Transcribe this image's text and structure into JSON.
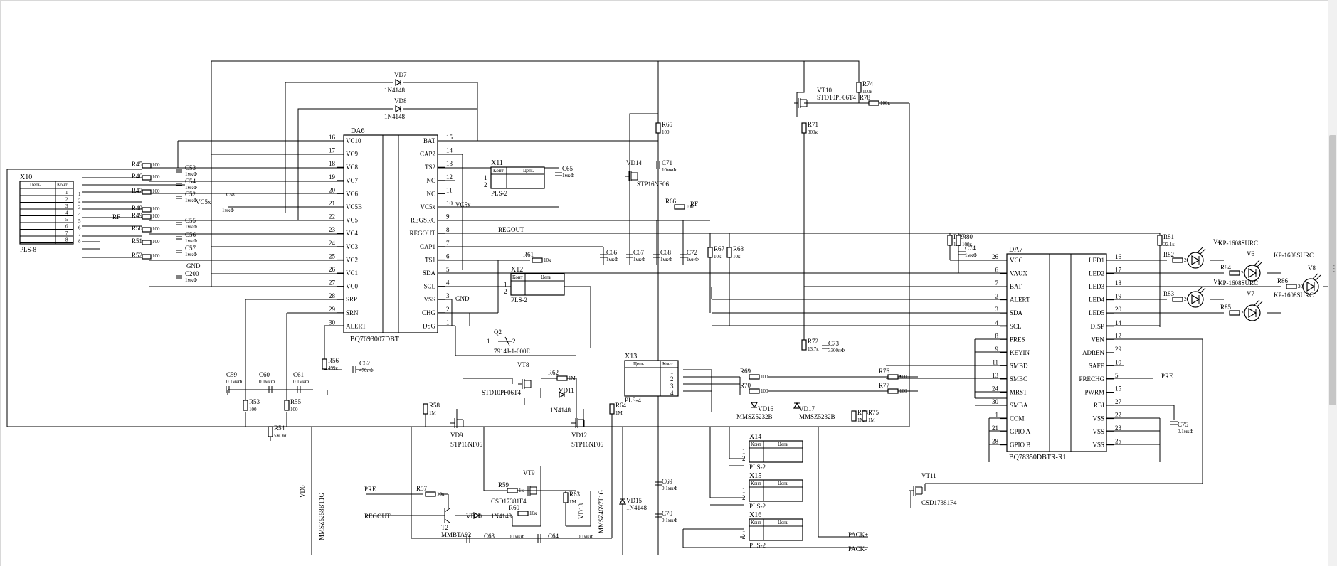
{
  "chips": {
    "da6": {
      "ref": "DA6",
      "part": "BQ7693007DBT",
      "left_pins": [
        {
          "n": "16",
          "name": "VC10"
        },
        {
          "n": "17",
          "name": "VC9"
        },
        {
          "n": "18",
          "name": "VC8"
        },
        {
          "n": "19",
          "name": "VC7"
        },
        {
          "n": "20",
          "name": "VC6"
        },
        {
          "n": "21",
          "name": "VC5B"
        },
        {
          "n": "22",
          "name": "VC5"
        },
        {
          "n": "23",
          "name": "VC4"
        },
        {
          "n": "24",
          "name": "VC3"
        },
        {
          "n": "25",
          "name": "VC2"
        },
        {
          "n": "26",
          "name": "VC1"
        },
        {
          "n": "27",
          "name": "VC0"
        },
        {
          "n": "28",
          "name": "SRP"
        },
        {
          "n": "29",
          "name": "SRN"
        },
        {
          "n": "30",
          "name": "ALERT"
        }
      ],
      "right_pins": [
        {
          "n": "15",
          "name": "BAT"
        },
        {
          "n": "14",
          "name": "CAP2"
        },
        {
          "n": "13",
          "name": "TS2"
        },
        {
          "n": "12",
          "name": "NC"
        },
        {
          "n": "11",
          "name": "NC"
        },
        {
          "n": "10",
          "name": "VC5x"
        },
        {
          "n": "9",
          "name": "REGSRC"
        },
        {
          "n": "8",
          "name": "REGOUT"
        },
        {
          "n": "7",
          "name": "CAP1"
        },
        {
          "n": "6",
          "name": "TS1"
        },
        {
          "n": "5",
          "name": "SDA"
        },
        {
          "n": "4",
          "name": "SCL"
        },
        {
          "n": "3",
          "name": "VSS"
        },
        {
          "n": "2",
          "name": "CHG"
        },
        {
          "n": "1",
          "name": "DSG"
        }
      ]
    },
    "da7": {
      "ref": "DA7",
      "part": "BQ78350DBTR-R1",
      "left_pins": [
        {
          "n": "26",
          "name": "VCC"
        },
        {
          "n": "6",
          "name": "VAUX"
        },
        {
          "n": "7",
          "name": "BAT"
        },
        {
          "n": "2",
          "name": "ALERT"
        },
        {
          "n": "3",
          "name": "SDA"
        },
        {
          "n": "4",
          "name": "SCL"
        },
        {
          "n": "8",
          "name": "PRES"
        },
        {
          "n": "9",
          "name": "KEYIN"
        },
        {
          "n": "11",
          "name": "SMBD"
        },
        {
          "n": "13",
          "name": "SMBC"
        },
        {
          "n": "24",
          "name": "MRST"
        },
        {
          "n": "30",
          "name": "SMBA"
        },
        {
          "n": "1",
          "name": "COM"
        },
        {
          "n": "21",
          "name": "GPIO A"
        },
        {
          "n": "28",
          "name": "GPIO B"
        }
      ],
      "right_pins": [
        {
          "n": "16",
          "name": "LED1"
        },
        {
          "n": "17",
          "name": "LED2"
        },
        {
          "n": "18",
          "name": "LED3"
        },
        {
          "n": "19",
          "name": "LED4"
        },
        {
          "n": "20",
          "name": "LED5"
        },
        {
          "n": "14",
          "name": "DISP"
        },
        {
          "n": "12",
          "name": "VEN"
        },
        {
          "n": "29",
          "name": "ADREN"
        },
        {
          "n": "10",
          "name": "SAFE"
        },
        {
          "n": "5",
          "name": "PRECHG"
        },
        {
          "n": "15",
          "name": "PWRM"
        },
        {
          "n": "27",
          "name": "RBI"
        },
        {
          "n": "22",
          "name": "VSS"
        },
        {
          "n": "23",
          "name": "VSS"
        },
        {
          "n": "25",
          "name": "VSS"
        }
      ]
    }
  },
  "connectors": {
    "x10": {
      "ref": "X10",
      "type": "PLS-8",
      "h1": "Цепь",
      "h2": "Конт",
      "pins": [
        "1",
        "2",
        "3",
        "4",
        "5",
        "6",
        "7",
        "8"
      ]
    },
    "x11": {
      "ref": "X11",
      "type": "PLS-2",
      "h1": "Конт",
      "h2": "Цепь",
      "pins": [
        "1",
        "2"
      ]
    },
    "x12": {
      "ref": "X12",
      "type": "PLS-2",
      "h1": "Конт",
      "h2": "Цепь",
      "pins": [
        "1",
        "2"
      ]
    },
    "x13": {
      "ref": "X13",
      "type": "PLS-4",
      "h1": "Цепь",
      "h2": "Конт",
      "pins": [
        "1",
        "2",
        "3",
        "4"
      ]
    },
    "x14": {
      "ref": "X14",
      "type": "PLS-2",
      "h1": "Конт",
      "h2": "Цепь",
      "pins": [
        "1",
        "2"
      ]
    },
    "x15": {
      "ref": "X15",
      "type": "PLS-2",
      "h1": "Конт",
      "h2": "Цепь",
      "pins": [
        "1",
        "2"
      ]
    },
    "x16": {
      "ref": "X16",
      "type": "PLS-2",
      "h1": "Конт",
      "h2": "Цепь",
      "pins": [
        "1",
        "2"
      ]
    }
  },
  "resistors_left": [
    {
      "ref": "R45",
      "val": "100"
    },
    {
      "ref": "R46",
      "val": "100"
    },
    {
      "ref": "R47",
      "val": "100"
    },
    {
      "ref": "R48",
      "val": "100"
    },
    {
      "ref": "R49",
      "val": "100"
    },
    {
      "ref": "R50",
      "val": "100"
    },
    {
      "ref": "R51",
      "val": "100"
    },
    {
      "ref": "R52",
      "val": "100"
    }
  ],
  "caps_left": [
    {
      "ref": "C53",
      "val": "1мкФ"
    },
    {
      "ref": "C54",
      "val": "1мкФ"
    },
    {
      "ref": "C52",
      "val": "1мкФ"
    },
    {
      "ref": "C55",
      "val": "1мкФ"
    },
    {
      "ref": "C56",
      "val": "1мкФ"
    },
    {
      "ref": "C57",
      "val": "1мкФ"
    },
    {
      "ref": "C200",
      "val": "1мкФ"
    }
  ],
  "misc_labels": {
    "c58": "C58",
    "c58v": "1мкФ",
    "vc5x_left": "VC5x",
    "vc5x_right": "VC5x",
    "rf_left": "RF",
    "rf_right": "RF",
    "gnd": "GND",
    "regout_net": "REGOUT",
    "pre": "PRE",
    "regout_in": "REGOUT",
    "pack_plus": "PACK+",
    "pack_minus": "PACK-",
    "pre_out": "PRE"
  },
  "parts": [
    {
      "id": "vd7",
      "ref": "VD7",
      "val": "1N4148"
    },
    {
      "id": "vd8",
      "ref": "VD8",
      "val": "1N4148"
    },
    {
      "id": "c65",
      "ref": "C65",
      "val": "1мкФ"
    },
    {
      "id": "r65",
      "ref": "R65",
      "val": "100"
    },
    {
      "id": "vd14",
      "ref": "VD14",
      "val": "STP16NF06"
    },
    {
      "id": "c71",
      "ref": "C71",
      "val": "10мкФ"
    },
    {
      "id": "r66",
      "ref": "R66",
      "val": "100"
    },
    {
      "id": "c66",
      "ref": "C66",
      "val": "1мкФ"
    },
    {
      "id": "c67",
      "ref": "C67",
      "val": "1мкФ"
    },
    {
      "id": "c68",
      "ref": "C68",
      "val": "1мкФ"
    },
    {
      "id": "c72",
      "ref": "C72",
      "val": "1мкФ"
    },
    {
      "id": "r67",
      "ref": "R67",
      "val": "10к"
    },
    {
      "id": "r68",
      "ref": "R68",
      "val": "10к"
    },
    {
      "id": "r61",
      "ref": "R61",
      "val": "10к"
    },
    {
      "id": "q2",
      "ref": "Q2",
      "val": "7914J-1-000E"
    },
    {
      "id": "vt10",
      "ref": "VT10",
      "val": "STD10PF06T4"
    },
    {
      "id": "r74",
      "ref": "R74",
      "val": "100к"
    },
    {
      "id": "r78",
      "ref": "R78",
      "val": "100к"
    },
    {
      "id": "r71",
      "ref": "R71",
      "val": "300к"
    },
    {
      "id": "r72",
      "ref": "R72",
      "val": "13.7к"
    },
    {
      "id": "c73",
      "ref": "C73",
      "val": "3300пФ"
    },
    {
      "id": "r79",
      "ref": "R79",
      "val": "1М"
    },
    {
      "id": "r80",
      "ref": "R80",
      "val": "100к"
    },
    {
      "id": "c74",
      "ref": "C74",
      "val": "1мкФ"
    },
    {
      "id": "r81",
      "ref": "R81",
      "val": "22.1к"
    },
    {
      "id": "r56",
      "ref": "R56",
      "val": "499к"
    },
    {
      "id": "c62",
      "ref": "C62",
      "val": "470пФ"
    },
    {
      "id": "c59",
      "ref": "C59",
      "val": "0.1мкФ"
    },
    {
      "id": "c60",
      "ref": "C60",
      "val": "0.1мкФ"
    },
    {
      "id": "c61",
      "ref": "C61",
      "val": "0.1мкФ"
    },
    {
      "id": "r53",
      "ref": "R53",
      "val": "100"
    },
    {
      "id": "r55",
      "ref": "R55",
      "val": "100"
    },
    {
      "id": "r54",
      "ref": "R54",
      "val": "5мОм"
    },
    {
      "id": "vt8",
      "ref": "VT8",
      "val": "STD10PF06T4"
    },
    {
      "id": "r62",
      "ref": "R62",
      "val": "1М"
    },
    {
      "id": "vd11",
      "ref": "VD11",
      "val": "1N4148"
    },
    {
      "id": "r58",
      "ref": "R58",
      "val": "1М"
    },
    {
      "id": "vd9",
      "ref": "VD9",
      "val": "STP16NF06"
    },
    {
      "id": "vd12",
      "ref": "VD12",
      "val": "STP16NF06"
    },
    {
      "id": "r64",
      "ref": "R64",
      "val": "1М"
    },
    {
      "id": "r69",
      "ref": "R69",
      "val": "100"
    },
    {
      "id": "r70",
      "ref": "R70",
      "val": "100"
    },
    {
      "id": "vd16",
      "ref": "VD16",
      "val": "MMSZ5232B"
    },
    {
      "id": "vd17",
      "ref": "VD17",
      "val": "MMSZ5232B"
    },
    {
      "id": "r73",
      "ref": "R73",
      "val": "1М"
    },
    {
      "id": "r75",
      "ref": "R75",
      "val": "1М"
    },
    {
      "id": "r76",
      "ref": "R76",
      "val": "100"
    },
    {
      "id": "r77",
      "ref": "R77",
      "val": "100"
    },
    {
      "id": "vd6",
      "ref": "VD6",
      "val": "MMSZ5258BT1G"
    },
    {
      "id": "r57",
      "ref": "R57",
      "val": "10к"
    },
    {
      "id": "t2",
      "ref": "T2",
      "val": "MMBTA92"
    },
    {
      "id": "vd10",
      "ref": "VD10",
      "val": "1N4148"
    },
    {
      "id": "r59",
      "ref": "R59",
      "val": "1к"
    },
    {
      "id": "vt9",
      "ref": "VT9",
      "val": "CSD17381F4"
    },
    {
      "id": "r60",
      "ref": "R60",
      "val": "10к"
    },
    {
      "id": "r63",
      "ref": "R63",
      "val": "1М"
    },
    {
      "id": "vd13",
      "ref": "VD13",
      "val": "MMSZ4697T1G"
    },
    {
      "id": "c63",
      "ref": "C63",
      "val": "0.1мкФ"
    },
    {
      "id": "c64",
      "ref": "C64",
      "val": "0.1мкФ"
    },
    {
      "id": "vd15",
      "ref": "VD15",
      "val": "1N4148"
    },
    {
      "id": "c69",
      "ref": "C69",
      "val": "0.1мкФ"
    },
    {
      "id": "c70",
      "ref": "C70",
      "val": "0.1мкФ"
    },
    {
      "id": "vt11",
      "ref": "VT11",
      "val": "CSD17381F4"
    },
    {
      "id": "c75",
      "ref": "C75",
      "val": "0.1мкФ"
    },
    {
      "id": "r82",
      "ref": "R82",
      "val": "200 Ом"
    },
    {
      "id": "r84",
      "ref": "R84",
      "val": "200 Ом"
    },
    {
      "id": "r86",
      "ref": "R86",
      "val": "200 Ом"
    },
    {
      "id": "r83",
      "ref": "R83",
      "val": "200 Ом"
    },
    {
      "id": "r85",
      "ref": "R85",
      "val": "200 Ом"
    }
  ],
  "leds": [
    {
      "ref": "V4",
      "val": "KP-1608SURC"
    },
    {
      "ref": "V6",
      "val": "KP-1608SURC"
    },
    {
      "ref": "V8",
      "val": "KP-1608SURC"
    },
    {
      "ref": "V5",
      "val": "KP-1608SURC"
    },
    {
      "ref": "V7",
      "val": "KP-1608SURC"
    }
  ]
}
